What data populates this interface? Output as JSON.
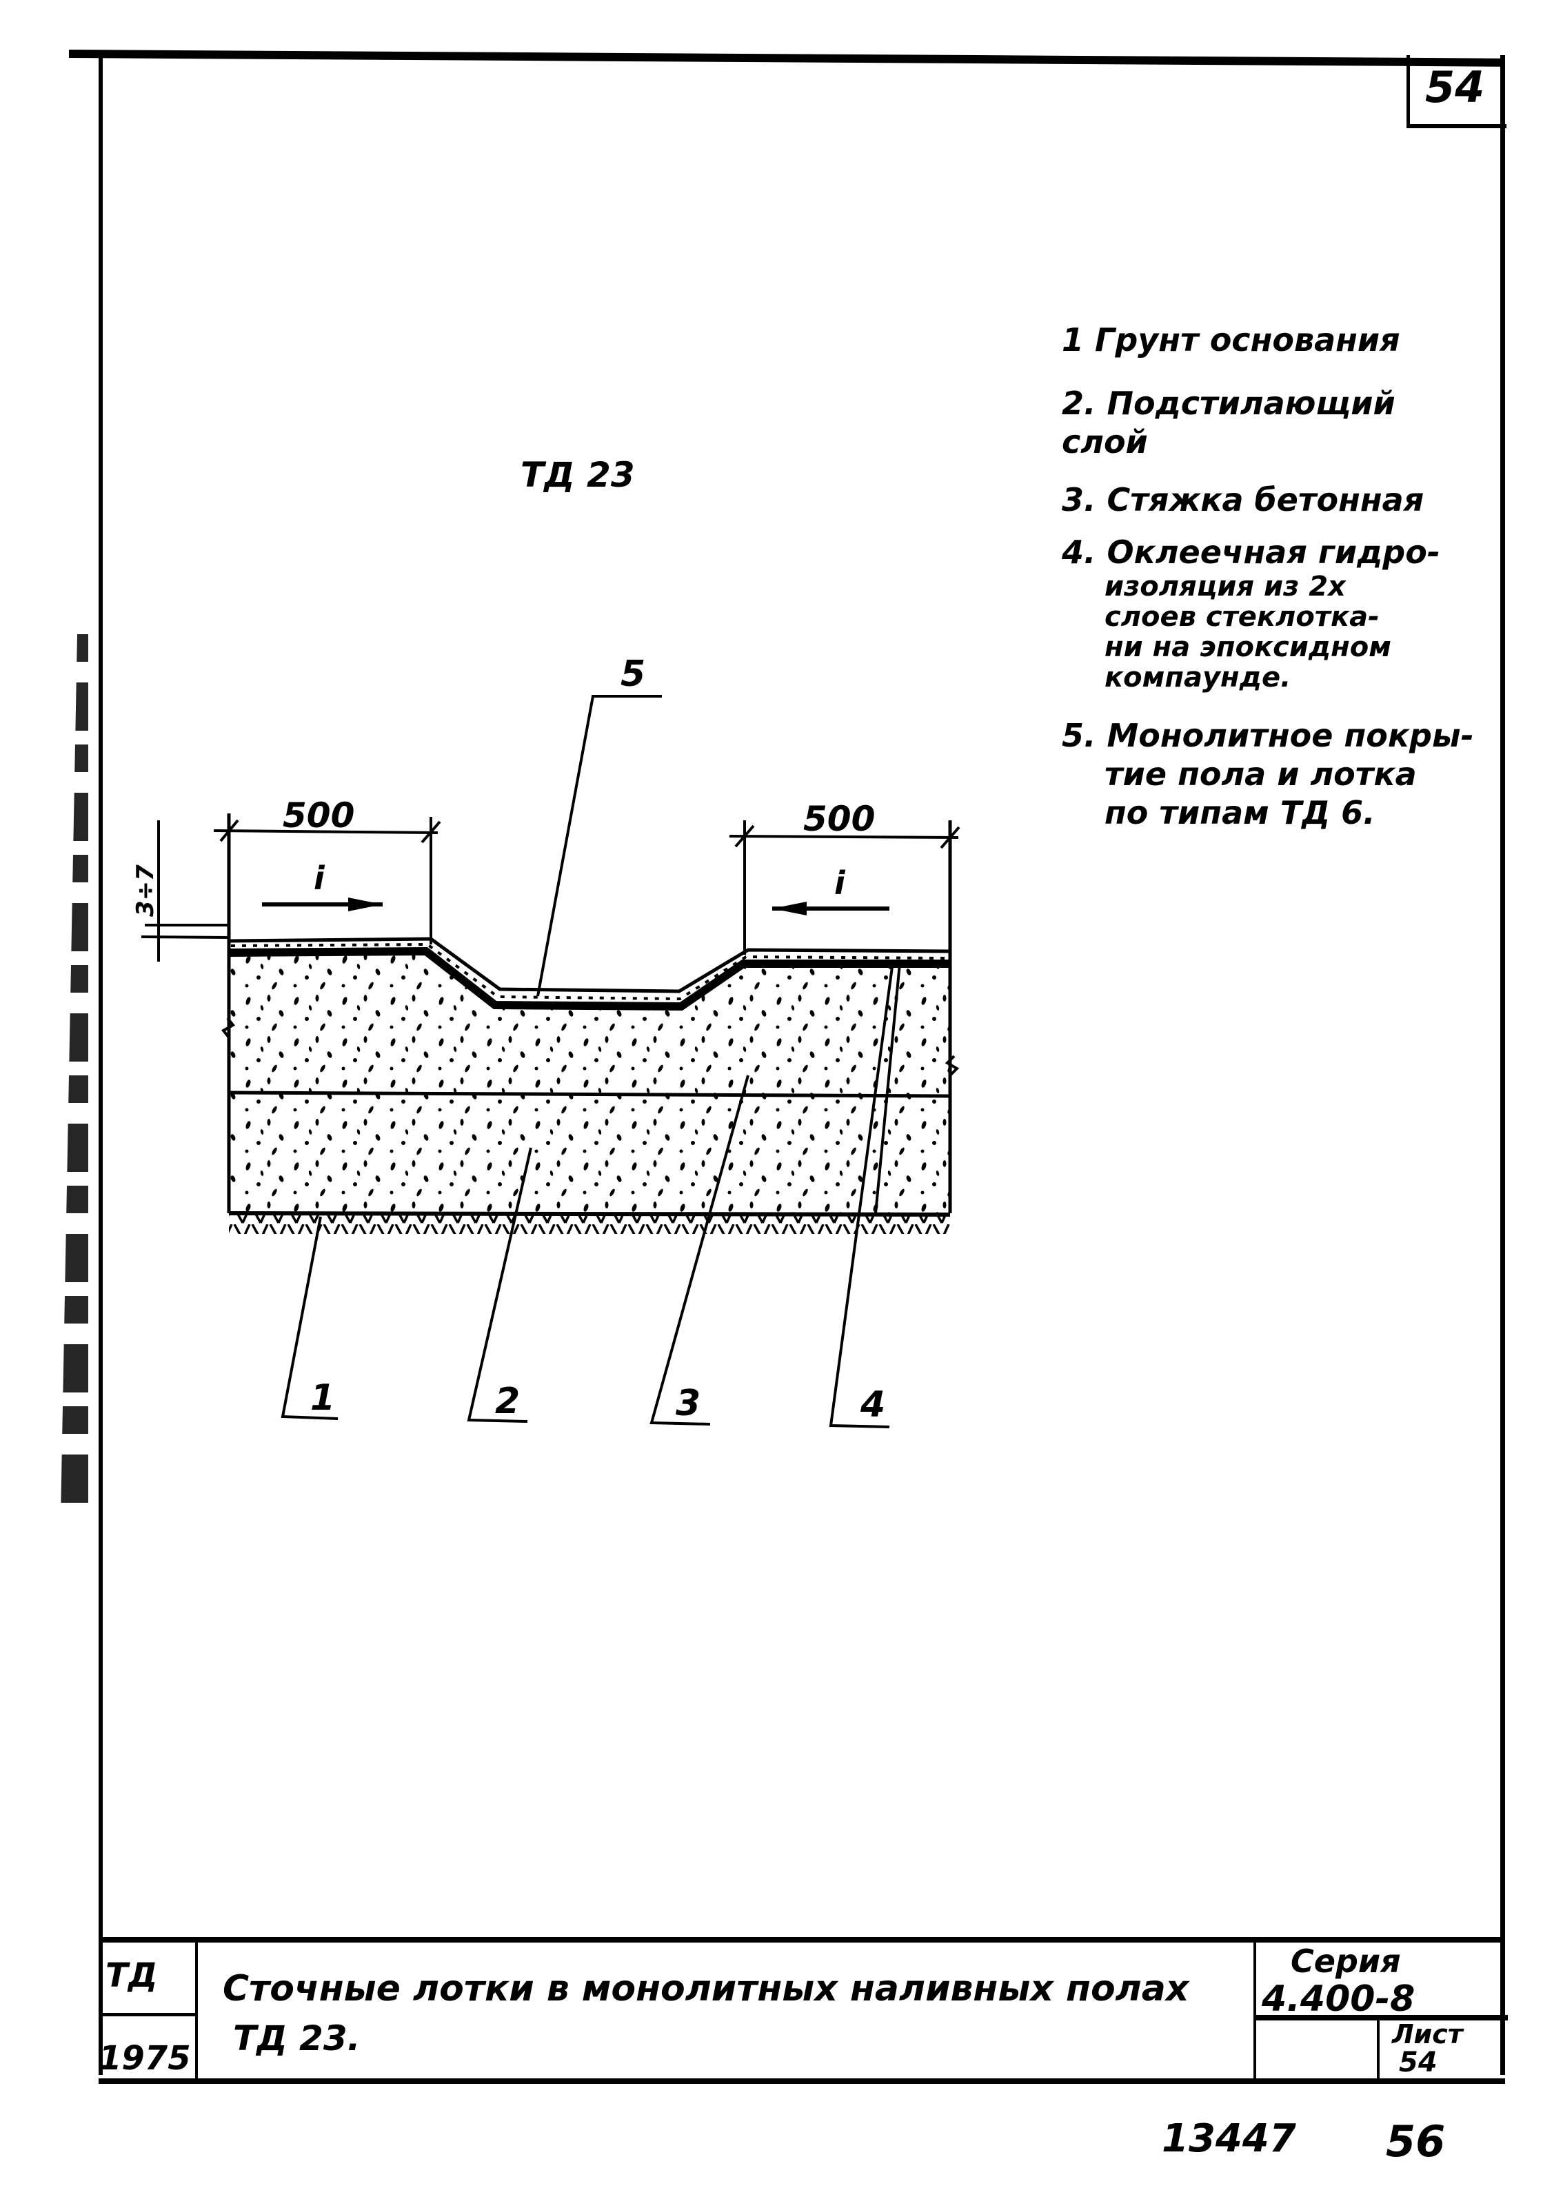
{
  "sheet_corner_number": "54",
  "section_title": "ТД 23",
  "legend": [
    {
      "num": "1",
      "text": "Грунт основания"
    },
    {
      "num": "2.",
      "text": "Подстилающий слой"
    },
    {
      "num": "3.",
      "text": "Стяжка бетонная"
    },
    {
      "num": "4.",
      "text": "Оклеечная гидро-изоляция из 2х слоев стеклоткани на эпоксидном компаунде."
    },
    {
      "num": "5.",
      "text": "Монолитное покрытие пола и лотка по типам ТД 6."
    }
  ],
  "legend_lines": {
    "item1": [
      "1 Грунт основания"
    ],
    "item2": [
      "2. Подстилающий слой"
    ],
    "item3": [
      "3. Стяжка бетонная"
    ],
    "item4": [
      "4. Оклеечная гидро-",
      "изоляция из 2х",
      "слоев стеклотка-",
      "ни на эпоксидном",
      "компаунде."
    ],
    "item5": [
      "5. Монолитное покры-",
      "тие пола и лотка",
      "по типам ТД 6."
    ]
  },
  "drawing": {
    "dimension_left": "500",
    "dimension_right": "500",
    "thickness_dim": "3÷7",
    "slope_left_label": "i",
    "slope_right_label": "i",
    "callouts": [
      "1",
      "2",
      "3",
      "4",
      "5"
    ]
  },
  "title_block": {
    "code": "ТД",
    "year": "1975",
    "title_line1": "Сточные лотки в монолитных наливных полах",
    "title_line2": "ТД 23.",
    "series_label": "Серия",
    "series_value": "4.400-8",
    "sheet_label": "Лист",
    "sheet_value": "54"
  },
  "footer": {
    "archive_number": "13447",
    "page_number": "56"
  }
}
